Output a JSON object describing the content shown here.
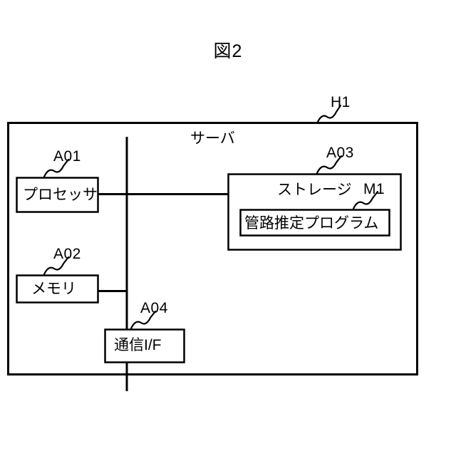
{
  "figure": {
    "title": "図2",
    "title_en_hint": "Figure 2"
  },
  "system": {
    "outer_ref": "H1",
    "outer_label": "サーバ"
  },
  "components": [
    {
      "ref": "A01",
      "label": "プロセッサ"
    },
    {
      "ref": "A02",
      "label": "メモリ"
    },
    {
      "ref": "A04",
      "label": "通信I/F"
    },
    {
      "ref": "A03",
      "label": "ストレージ"
    }
  ],
  "storage": {
    "ref": "A03",
    "label": "ストレージ",
    "program_ref": "M1",
    "program_label": "管路推定プログラム"
  },
  "colors": {
    "stroke": "#000000",
    "background": "#ffffff"
  }
}
